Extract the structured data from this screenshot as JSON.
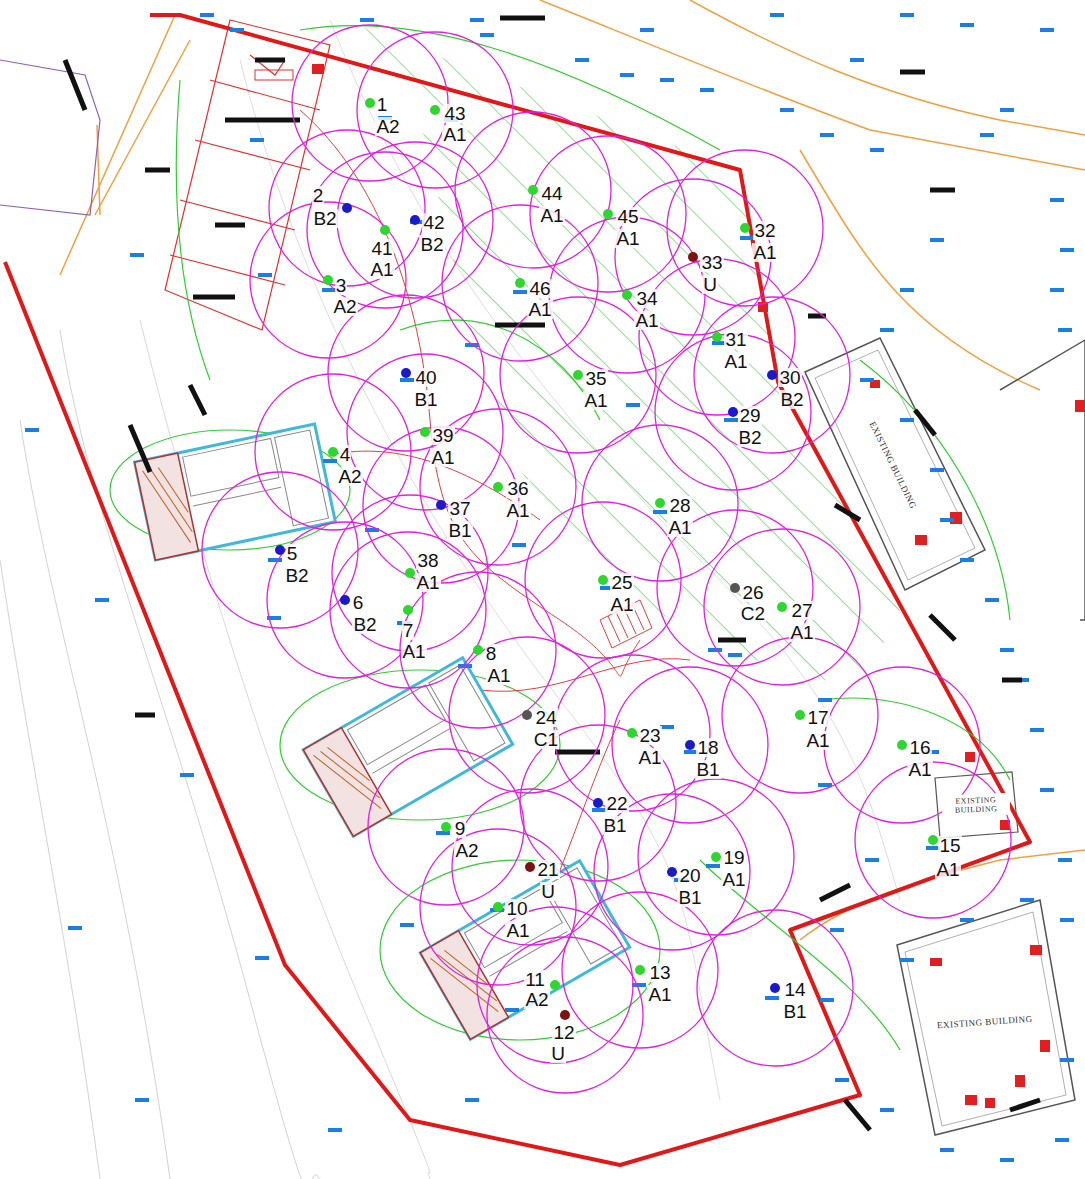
{
  "diagram": {
    "nodes": [
      {
        "text": [
          "EXISTING BUILDING"
        ]
      },
      {
        "text": [
          "EXISTING BUILDING"
        ]
      },
      {
        "text": [
          "EXISTING BUILDING"
        ]
      }
    ],
    "labels": [
      "1",
      "A2",
      "43",
      "A1",
      "2",
      "B2",
      "42",
      "B2",
      "41",
      "A1",
      "44",
      "A1",
      "45",
      "A1",
      "32",
      "A1",
      "33",
      "U",
      "3",
      "A2",
      "46",
      "A1",
      "34",
      "A1",
      "31",
      "A1",
      "40",
      "B1",
      "35",
      "A1",
      "30",
      "B2",
      "29",
      "B2",
      "39",
      "A1",
      "4",
      "A2",
      "36",
      "A1",
      "37",
      "B1",
      "28",
      "A1",
      "5",
      "B2",
      "38",
      "A1",
      "25",
      "A1",
      "26",
      "C2",
      "27",
      "A1",
      "6",
      "B2",
      "7",
      "A1",
      "8",
      "A1",
      "24",
      "C1",
      "17",
      "A1",
      "23",
      "A1",
      "18",
      "B1",
      "16",
      "A1",
      "22",
      "B1",
      "9",
      "A2",
      "15",
      "A1",
      "19",
      "A1",
      "20",
      "B1",
      "21",
      "U",
      "10",
      "A1",
      "13",
      "A1",
      "14",
      "B1",
      "11",
      "A2",
      "12",
      "U"
    ]
  }
}
